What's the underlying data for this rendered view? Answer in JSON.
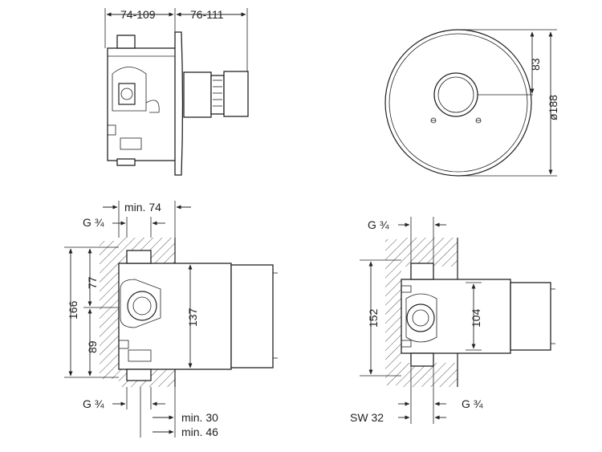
{
  "views": {
    "side_top": {
      "depth_a": "74-109",
      "depth_b": "76-111"
    },
    "front": {
      "diameter": "ø188",
      "offset": "83"
    },
    "side_section": {
      "thread_top": "G ¾",
      "min_depth": "min. 74",
      "total_height": "166",
      "upper": "77",
      "lower": "89",
      "box_height": "137",
      "thread_bottom": "G ¾",
      "min_a": "min. 30",
      "min_b": "min. 46"
    },
    "front_section": {
      "thread_top": "G ¾",
      "height": "152",
      "inner": "104",
      "wrench": "SW 32",
      "thread_bottom": "G ¾"
    }
  }
}
